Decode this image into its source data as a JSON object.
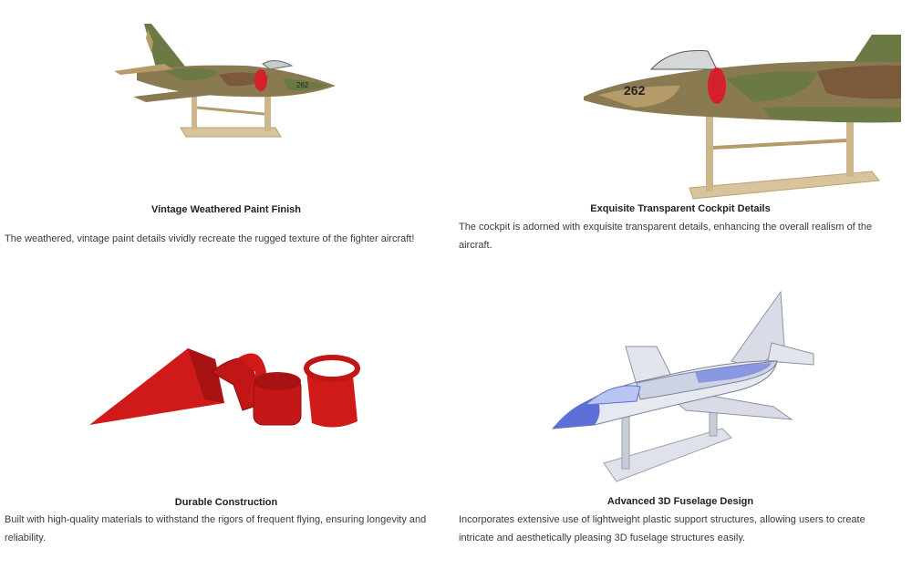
{
  "features": [
    {
      "title": "Vintage Weathered Paint Finish",
      "description": "The weathered, vintage paint details vividly recreate the rugged texture of the fighter aircraft!",
      "image": "camo-jet-on-stand-side"
    },
    {
      "title": "Exquisite Transparent Cockpit Details",
      "description": "The cockpit is adorned with exquisite transparent details, enhancing the overall realism of the aircraft.",
      "image": "camo-jet-on-stand-closeup"
    },
    {
      "title": "Durable Construction",
      "description": "Built with high-quality materials to withstand the rigors of frequent flying, ensuring longevity and reliability.",
      "image": "red-printed-fuselage-parts"
    },
    {
      "title": "Advanced 3D Fuselage Design",
      "description": "Incorporates extensive use of lightweight plastic support structures, allowing users to create intricate and aesthetically pleasing 3D fuselage structures easily.",
      "image": "transparent-cad-jet-model"
    }
  ],
  "colors": {
    "camo_green": "#6b7a45",
    "camo_tan": "#b59a6a",
    "camo_brown": "#7a5a3a",
    "intake_red": "#d4202a",
    "stand_wood": "#d8c39c",
    "print_red": "#d01a1a",
    "cad_blue": "#5b6fd6",
    "cad_gray": "#c8ccd6"
  },
  "marking": "262"
}
